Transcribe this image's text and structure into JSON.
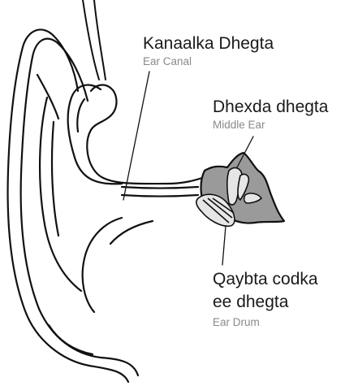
{
  "labels": {
    "ear_canal": {
      "primary": "Kanaalka Dhegta",
      "secondary": "Ear Canal"
    },
    "middle_ear": {
      "primary": "Dhexda dhegta",
      "secondary": "Middle Ear"
    },
    "ear_drum": {
      "primary_line1": "Qaybta codka",
      "primary_line2": "ee dhegta",
      "secondary": "Ear Drum"
    }
  },
  "colors": {
    "outline": "#111111",
    "tissue_fill": "#9a9a9a",
    "bone_fill": "#e6e6e6",
    "secondary_text": "#8a8a8a",
    "primary_text": "#1a1a1a"
  }
}
